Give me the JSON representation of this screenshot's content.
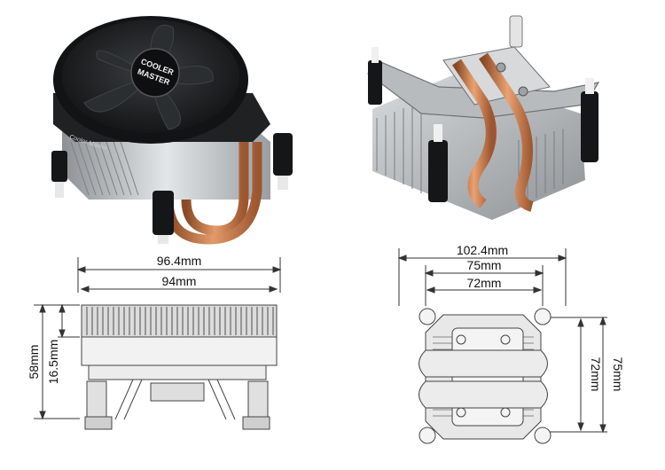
{
  "photos": {
    "fan_logo_line1": "COOLER",
    "fan_logo_line2": "MASTER",
    "side_label": "Cooler Master"
  },
  "side_view": {
    "width_outer": "96.4mm",
    "width_inner": "94mm",
    "height_total": "58mm",
    "height_base": "16.5mm"
  },
  "top_view": {
    "width_outer": "102.4mm",
    "width_mid": "75mm",
    "width_inner": "72mm",
    "height_inner": "72mm",
    "height_outer": "75mm"
  },
  "colors": {
    "copper": "#c8754a",
    "aluminum": "#bfc3c6",
    "fan_black": "#1e2022",
    "drawing_line": "#333333"
  }
}
